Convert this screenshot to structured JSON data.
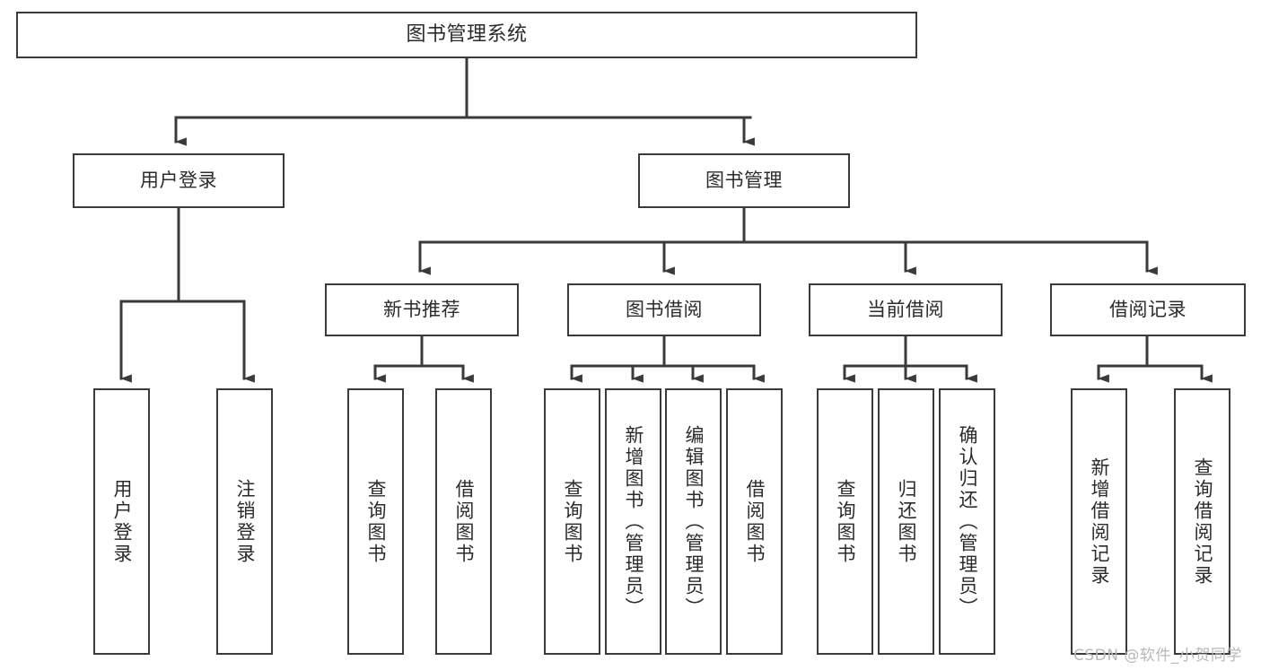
{
  "diagram": {
    "title": "图书管理系统",
    "type": "tree",
    "watermark": "CSDN @软件_小贺同学",
    "line_color": "#3a3a3a",
    "box_fill": "#ffffff",
    "text_color": "#2b2b2b"
  },
  "nodes": {
    "root": {
      "label": "图书管理系统",
      "level": 1,
      "orientation": "horizontal"
    },
    "level2": [
      {
        "id": "user-login",
        "label": "用户登录",
        "orientation": "horizontal"
      },
      {
        "id": "book-manage",
        "label": "图书管理",
        "orientation": "horizontal"
      }
    ],
    "level3": [
      {
        "id": "new-book-recommend",
        "label": "新书推荐",
        "orientation": "horizontal",
        "parent": "book-manage"
      },
      {
        "id": "book-borrow",
        "label": "图书借阅",
        "orientation": "horizontal",
        "parent": "book-manage"
      },
      {
        "id": "current-borrow",
        "label": "当前借阅",
        "orientation": "horizontal",
        "parent": "book-manage"
      },
      {
        "id": "borrow-record",
        "label": "借阅记录",
        "orientation": "horizontal",
        "parent": "book-manage"
      }
    ],
    "leaves": [
      {
        "id": "leaf-user-login",
        "label": "用户登录",
        "parent": "user-login"
      },
      {
        "id": "leaf-logout-login",
        "label": "注销登录",
        "parent": "user-login"
      },
      {
        "id": "leaf-query-book-1",
        "label": "查询图书",
        "parent": "new-book-recommend"
      },
      {
        "id": "leaf-borrow-book-1",
        "label": "借阅图书",
        "parent": "new-book-recommend"
      },
      {
        "id": "leaf-query-book-2",
        "label": "查询图书",
        "parent": "book-borrow"
      },
      {
        "id": "leaf-add-book",
        "label": "新增图书（管理员）",
        "parent": "book-borrow"
      },
      {
        "id": "leaf-edit-book",
        "label": "编辑图书（管理员）",
        "parent": "book-borrow"
      },
      {
        "id": "leaf-borrow-book-2",
        "label": "借阅图书",
        "parent": "book-borrow"
      },
      {
        "id": "leaf-query-book-3",
        "label": "查询图书",
        "parent": "current-borrow"
      },
      {
        "id": "leaf-return-book",
        "label": "归还图书",
        "parent": "current-borrow"
      },
      {
        "id": "leaf-confirm-return",
        "label": "确认归还（管理员）",
        "parent": "current-borrow"
      },
      {
        "id": "leaf-add-record",
        "label": "新增借阅记录",
        "parent": "borrow-record"
      },
      {
        "id": "leaf-query-record",
        "label": "查询借阅记录",
        "parent": "borrow-record"
      }
    ]
  }
}
